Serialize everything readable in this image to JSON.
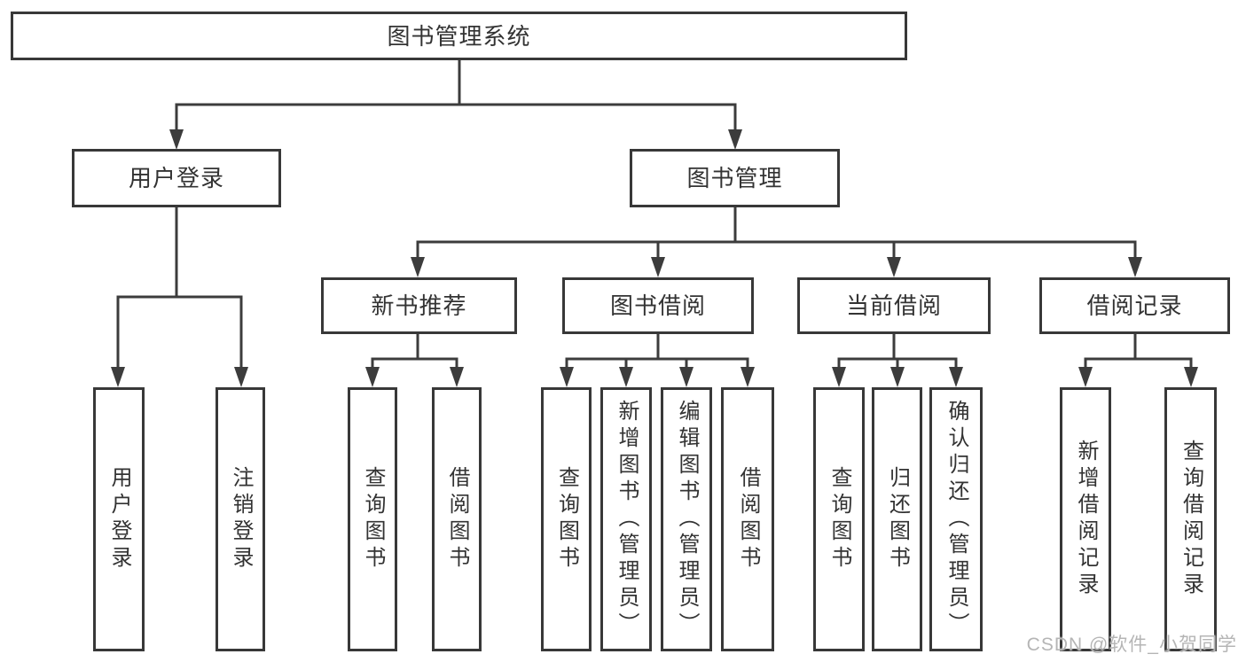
{
  "diagram": {
    "root": {
      "label": "图书管理系统"
    },
    "children": [
      {
        "label": "用户登录",
        "children": [
          {
            "label": "用户登录"
          },
          {
            "label": "注销登录"
          }
        ]
      },
      {
        "label": "图书管理",
        "children": [
          {
            "label": "新书推荐",
            "children": [
              {
                "label": "查询图书"
              },
              {
                "label": "借阅图书"
              }
            ]
          },
          {
            "label": "图书借阅",
            "children": [
              {
                "label": "查询图书"
              },
              {
                "label": "新增图书（管理员）"
              },
              {
                "label": "编辑图书（管理员）"
              },
              {
                "label": "借阅图书"
              }
            ]
          },
          {
            "label": "当前借阅",
            "children": [
              {
                "label": "查询图书"
              },
              {
                "label": "归还图书"
              },
              {
                "label": "确认归还（管理员）"
              }
            ]
          },
          {
            "label": "借阅记录",
            "children": [
              {
                "label": "新增借阅记录"
              },
              {
                "label": "查询借阅记录"
              }
            ]
          }
        ]
      }
    ]
  },
  "colors": {
    "line": "#3c3c3c",
    "border": "#383838",
    "text": "#333333",
    "watermark": "#b5b5b5",
    "background": "#ffffff"
  },
  "watermark": {
    "text": "CSDN @软件_小贺同学"
  }
}
